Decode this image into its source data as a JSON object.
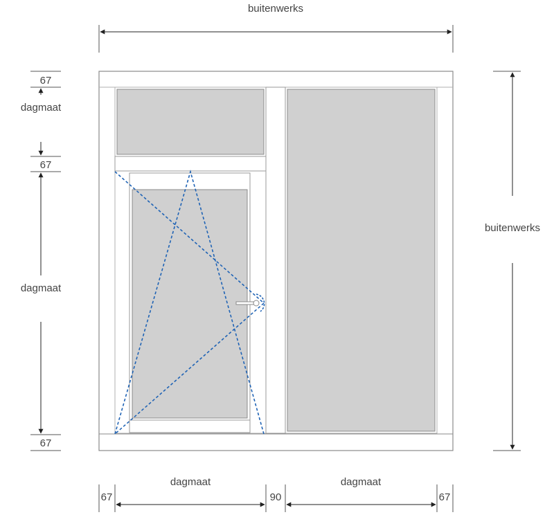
{
  "labels": {
    "top_width": "buitenwerks",
    "right_height": "buitenwerks",
    "left_top_frame": "67",
    "left_top_daylight": "dagmaat",
    "left_mid_frame": "67",
    "left_main_daylight": "dagmaat",
    "left_bottom_frame": "67",
    "bottom_left_frame": "67",
    "bottom_left_daylight": "dagmaat",
    "bottom_mullion": "90",
    "bottom_right_daylight": "dagmaat",
    "bottom_right_frame": "67"
  },
  "colors": {
    "frame_fill": "#ffffff",
    "frame_stroke": "#8a8a8a",
    "glass_fill": "#d0d0d0",
    "dimension_line": "#222222",
    "opening_indicator": "#1f63b5",
    "text": "#444444"
  }
}
